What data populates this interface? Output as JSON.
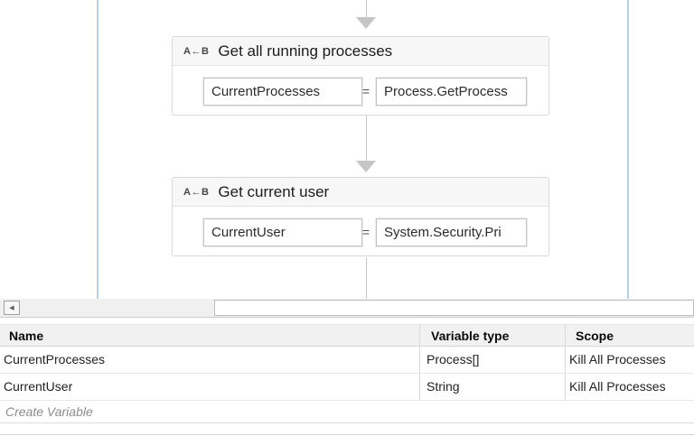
{
  "colors": {
    "guide_blue": "#b3d3ea",
    "connector_gray": "#c6c6c6",
    "activity_header_bg": "#f7f7f7",
    "panel_header_bg": "#f1f1f1"
  },
  "designer": {
    "activities": [
      {
        "icon": "A←B",
        "title": "Get all running processes",
        "to": "CurrentProcesses",
        "equals": "=",
        "value": "Process.GetProcess"
      },
      {
        "icon": "A←B",
        "title": "Get current user",
        "to": "CurrentUser",
        "equals": "=",
        "value": "System.Security.Pri"
      }
    ]
  },
  "scrollbar": {
    "left_arrow": "◀"
  },
  "variables_panel": {
    "columns": {
      "name": "Name",
      "type": "Variable type",
      "scope": "Scope"
    },
    "rows": [
      {
        "name": "CurrentProcesses",
        "type": "Process[]",
        "scope": "Kill All Processes"
      },
      {
        "name": "CurrentUser",
        "type": "String",
        "scope": "Kill All Processes"
      }
    ],
    "create_label": "Create Variable"
  }
}
